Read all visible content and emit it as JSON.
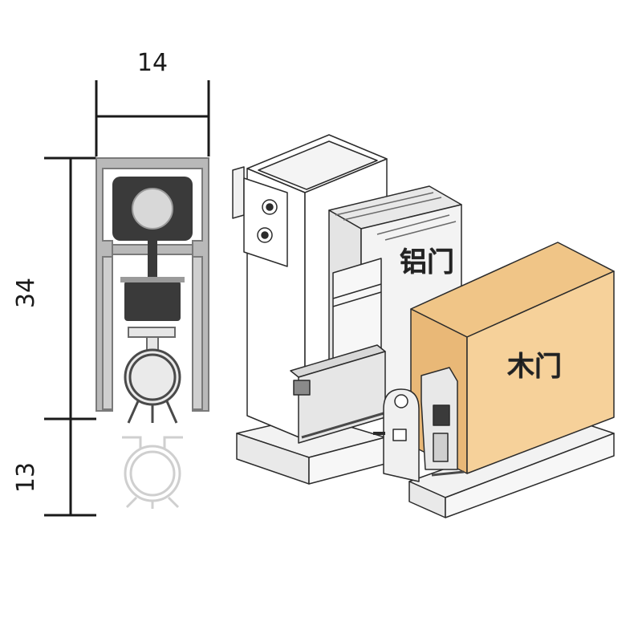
{
  "dimensions": {
    "width": "14",
    "height_body": "34",
    "height_drop": "13"
  },
  "labels": {
    "aluminum_door": "铝门",
    "wood_door": "木门"
  },
  "colors": {
    "profile_gray": "#b9b9b9",
    "profile_dark": "#3a3a3a",
    "wood": "#f6d19a",
    "frame_white": "#ffffff",
    "outline": "#2b2b2b",
    "drop_ghost": "#cfcfcf"
  }
}
